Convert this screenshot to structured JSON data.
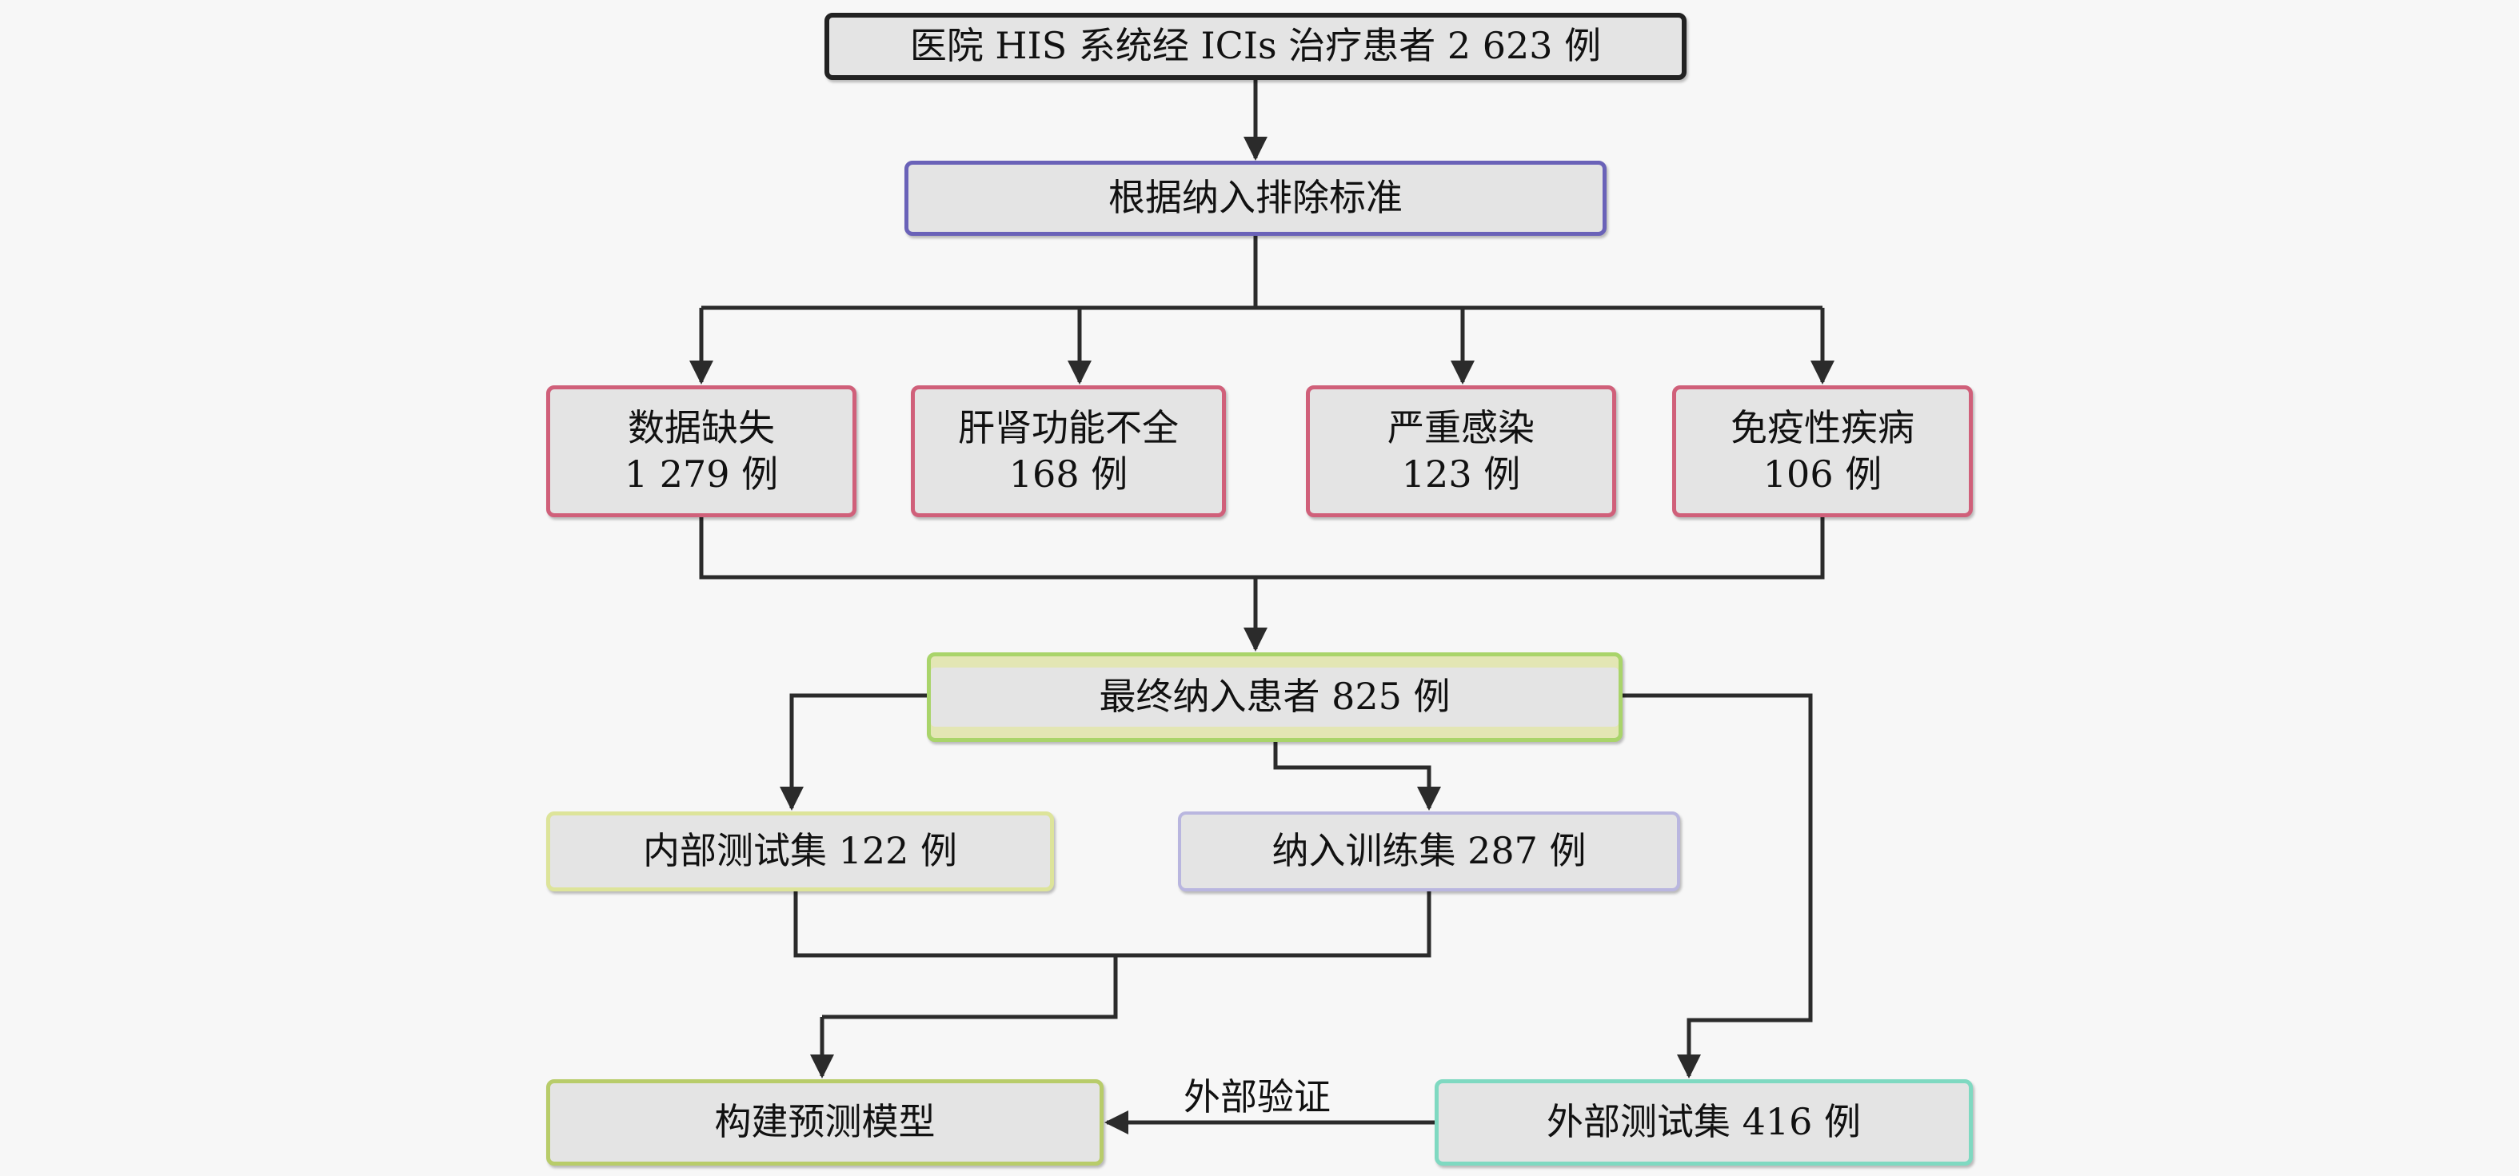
{
  "diagram": {
    "nodes": {
      "source": {
        "text": "医院 HIS 系统经 ICIs 治疗患者 2 623 例"
      },
      "criteria": {
        "text": "根据纳入排除标准"
      },
      "exclusions": [
        {
          "title": "数据缺失",
          "count": "1 279 例"
        },
        {
          "title": "肝肾功能不全",
          "count": "168 例"
        },
        {
          "title": "严重感染",
          "count": "123 例"
        },
        {
          "title": "免疫性疾病",
          "count": "106 例"
        }
      ],
      "final": {
        "text": "最终纳入患者 825 例"
      },
      "internal_test": {
        "text": "内部测试集 122 例"
      },
      "training": {
        "text": "纳入训练集 287 例"
      },
      "build_model": {
        "text": "构建预测模型"
      },
      "external_test": {
        "text": "外部测试集 416 例"
      }
    },
    "edge_labels": {
      "external_validation": "外部验证"
    },
    "colors": {
      "arrow": "#2b2b2b",
      "box_fill": "#e4e4e4",
      "source_border": "#222222",
      "criteria_border": "#6a62b8",
      "exclusion_border": "#d0607a",
      "final_border": "#a9d46a",
      "internal_border": "#dde49a",
      "training_border": "#b9b6df",
      "build_border": "#b8cc6a",
      "external_border": "#7fd9c1"
    }
  }
}
